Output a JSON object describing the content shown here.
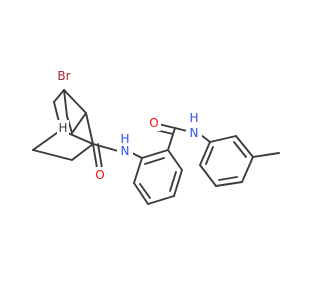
{
  "molecule": {
    "bond_color": "#3c3c3c",
    "atoms": [
      {
        "id": "br",
        "text": "Br",
        "color": "#a52a2a"
      },
      {
        "id": "h",
        "text": "H",
        "color": "#3c3c3c"
      },
      {
        "id": "o1",
        "text": "O",
        "color": "#ff0d0d"
      },
      {
        "id": "n1",
        "text": "N",
        "color": "#3050f8"
      },
      {
        "id": "h_n1",
        "text": "H",
        "color": "#3050f8"
      },
      {
        "id": "o2",
        "text": "O",
        "color": "#ff0d0d"
      },
      {
        "id": "n2",
        "text": "N",
        "color": "#3050f8"
      },
      {
        "id": "h_n2",
        "text": "H",
        "color": "#3050f8"
      }
    ]
  }
}
